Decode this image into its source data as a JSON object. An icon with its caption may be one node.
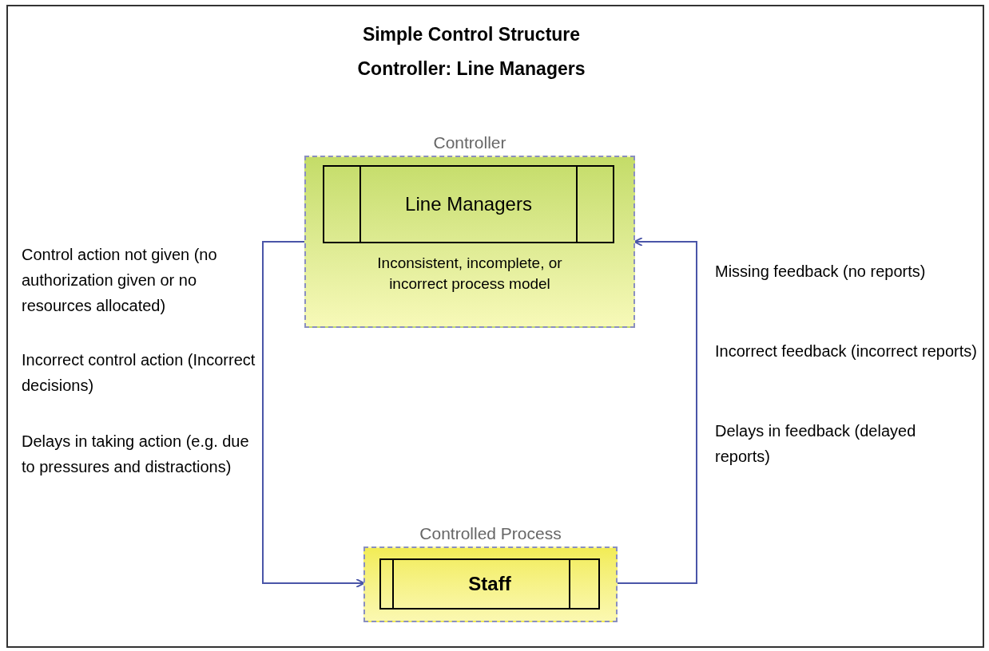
{
  "diagram": {
    "title": "Simple Control Structure",
    "nodes": [
      {
        "text": [
          "Controller",
          "Inconsistent, incomplete, or incorrect process model"
        ]
      },
      {
        "text": [
          "Line Managers"
        ],
        "in": 0
      },
      {
        "text": [
          "Controlled Process"
        ]
      },
      {
        "text": [
          "Staff"
        ],
        "in": 2
      }
    ],
    "edges": [
      {
        "from": 0,
        "to": 2,
        "arrow": "to"
      },
      {
        "from": 2,
        "to": 0,
        "arrow": "to"
      }
    ],
    "labels": [
      "Controller: Line Managers",
      "Control action not given (no authorization given or no resources allocated)",
      "Incorrect control action (Incorrect decisions)",
      "Delays in taking action (e.g. due to pressures and distractions)",
      "Missing feedback (no reports)",
      "Incorrect feedback (incorrect reports)",
      "Delays in feedback (delayed reports)"
    ]
  }
}
